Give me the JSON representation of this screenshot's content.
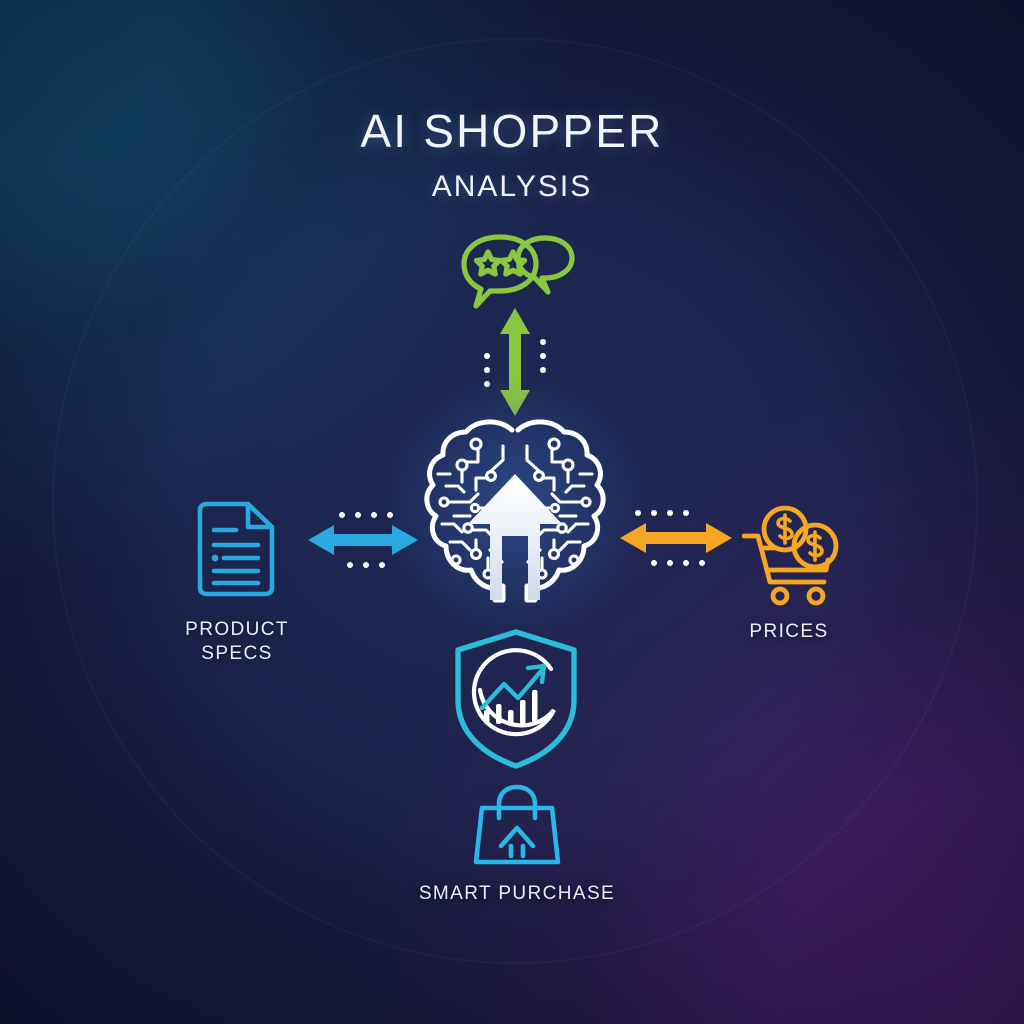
{
  "header": {
    "title": "AI SHOPPER",
    "subtitle": "ANALYSIS"
  },
  "center": {
    "name": "ai-brain",
    "icon": "brain-circuit-arrow-icon",
    "color": "#ffffff",
    "glow_color": "#4a7ad2"
  },
  "nodes": [
    {
      "id": "reviews",
      "icon": "chat-bubbles-stars-icon",
      "label": "",
      "label_line2": "",
      "color": "#8cc63f",
      "position": "top",
      "stars": 2
    },
    {
      "id": "product-specs",
      "icon": "document-lines-icon",
      "label": "PRODUCT",
      "label_line2": "SPECS",
      "color": "#29a9e0",
      "position": "left"
    },
    {
      "id": "prices",
      "icon": "shopping-cart-coins-icon",
      "label": "PRICES",
      "label_line2": "",
      "color": "#f5a623",
      "position": "right"
    },
    {
      "id": "smart-purchase",
      "icon": "shield-growth-chart-icon",
      "label": "",
      "label_line2": "",
      "color": "#2bbcdb",
      "position": "bottom"
    },
    {
      "id": "smart-purchase-bag",
      "icon": "shopping-bag-arrow-icon",
      "label": "SMART PURCHASE",
      "label_line2": "",
      "color": "#29b6e8",
      "position": "bottom-outer"
    }
  ],
  "connectors": [
    {
      "id": "connector-top",
      "direction": "vertical-bidirectional",
      "color": "#8cc63f",
      "dots": 3
    },
    {
      "id": "connector-left",
      "direction": "horizontal-bidirectional",
      "color": "#29a9e0",
      "dots": 4
    },
    {
      "id": "connector-right",
      "direction": "horizontal-bidirectional",
      "color": "#f5a623",
      "dots": 4
    },
    {
      "id": "connector-bottom",
      "direction": "vertical",
      "color": "#2bbcdb",
      "dots": 0
    }
  ],
  "background": {
    "corner_top_left": "#13567a",
    "corner_top_right": "#1b1e42",
    "corner_bottom_left": "#141a3a",
    "corner_bottom_right": "#54226f",
    "ring_color": "rgba(150,200,235,0.065)"
  }
}
